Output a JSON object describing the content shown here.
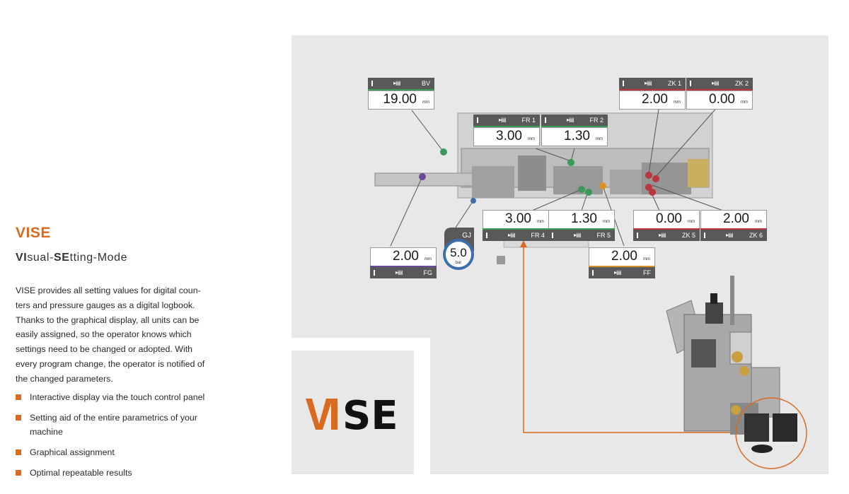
{
  "text": {
    "heading": "VISE",
    "subheading_prefix_1": "VI",
    "subheading_mid_1": "sual-",
    "subheading_prefix_2": "SE",
    "subheading_mid_2": "tting-Mode",
    "description_lines": [
      "VISE provides all setting values for digital coun-",
      "ters and pressure gauges as a digital logbook.",
      "Thanks to the graphical display, all units can be",
      "easily assigned, so the operator knows which",
      "settings need to be changed or adopted. With",
      "every program change, the operator is notified of",
      "the changed parameters."
    ],
    "bullets": [
      "Interactive display via the touch control panel",
      "Setting aid of the entire parametrics of your",
      "machine",
      "Graphical assignment",
      "Optimal repeatable results"
    ],
    "logo_vi": "VI",
    "logo_se": "SE"
  },
  "gauges": {
    "bv": {
      "code": "BV",
      "value": "19.00",
      "unit": "mm",
      "icon": "▸▤"
    },
    "fr1": {
      "code": "FR 1",
      "value": "3.00",
      "unit": "mm",
      "icon": "▸▤"
    },
    "fr2": {
      "code": "FR 2",
      "value": "1.30",
      "unit": "mm",
      "icon": "▸▤"
    },
    "zk1": {
      "code": "ZK 1",
      "value": "2.00",
      "unit": "mm",
      "icon": "▸▤"
    },
    "zk2": {
      "code": "ZK 2",
      "value": "0.00",
      "unit": "mm",
      "icon": "▸▤"
    },
    "fr4": {
      "code": "FR 4",
      "value": "3.00",
      "unit": "mm",
      "icon": "▸▤"
    },
    "fr5": {
      "code": "FR 5",
      "value": "1.30",
      "unit": "mm",
      "icon": "▸▤"
    },
    "zk5": {
      "code": "ZK 5",
      "value": "0.00",
      "unit": "mm",
      "icon": "▸▤"
    },
    "zk6": {
      "code": "ZK 6",
      "value": "2.00",
      "unit": "mm",
      "icon": "▸▤"
    },
    "fg": {
      "code": "FG",
      "value": "2.00",
      "unit": "mm",
      "icon": "▸▤"
    },
    "ff": {
      "code": "FF",
      "value": "2.00",
      "unit": "mm",
      "icon": "▸▤"
    }
  },
  "pressure_gauge": {
    "code": "GJ",
    "value": "5.0",
    "unit": "bar"
  },
  "colors": {
    "accent": "#d96b20",
    "green": "#3a9a5a",
    "red": "#b8363c",
    "purple": "#6b4a9b",
    "orange": "#d9912a",
    "blue": "#3e6fa8",
    "panel": "#e8e8e8",
    "header": "#595959"
  }
}
